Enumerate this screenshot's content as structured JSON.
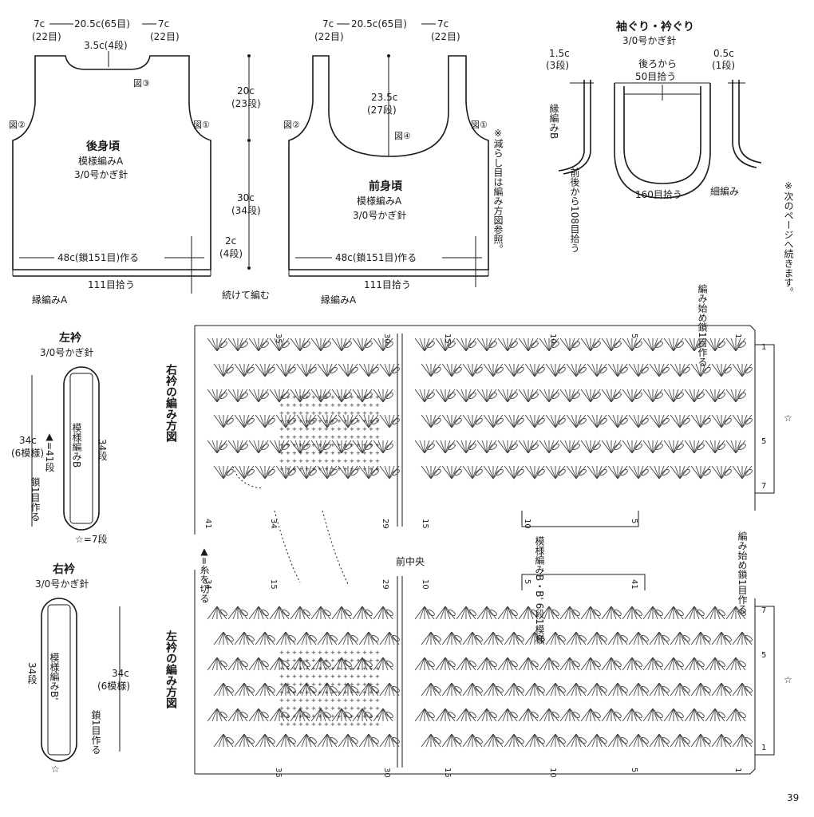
{
  "page_number": "39",
  "back_body": {
    "title": "後身頃",
    "pattern": "模様編みA",
    "hook": "3/0号かぎ針",
    "shoulder_left": "7c",
    "shoulder_left_sts": "(22目)",
    "neck_width": "20.5c(65目)",
    "shoulder_right": "7c",
    "shoulder_right_sts": "(22目)",
    "neck_depth": "3.5c(4段)",
    "fig1": "図①",
    "fig2": "図②",
    "fig3": "図③",
    "armhole_height": "20c",
    "armhole_rows": "(23段)",
    "body_height": "30c",
    "body_rows": "(34段)",
    "border_height": "2c",
    "border_rows": "(4段)",
    "foundation": "48c(鎖151目)作る",
    "pickup": "111目拾う",
    "border": "縁編みA",
    "continue": "続けて編む"
  },
  "front_body": {
    "title": "前身頃",
    "pattern": "模様編みA",
    "hook": "3/0号かぎ針",
    "shoulder_left": "7c",
    "shoulder_left_sts": "(22目)",
    "neck_width": "20.5c(65目)",
    "shoulder_right": "7c",
    "shoulder_right_sts": "(22目)",
    "neck_depth": "23.5c",
    "neck_rows": "(27段)",
    "fig1": "図①",
    "fig2": "図②",
    "fig4": "図④",
    "foundation": "48c(鎖151目)作る",
    "pickup": "111目拾う",
    "border": "縁編みA",
    "note": "※減らし目は編み方図参照。"
  },
  "armhole_neck": {
    "title": "袖ぐり・衿ぐり",
    "hook": "3/0号かぎ針",
    "left_width": "1.5c",
    "left_rows": "(3段)",
    "right_width": "0.5c",
    "right_rows": "(1段)",
    "back_pickup_1": "後ろから",
    "back_pickup_2": "50目拾う",
    "border_b": "縁編みB",
    "front_back_pickup": "前後から108目拾う",
    "pickup_160": "160目拾う",
    "fine": "細編み",
    "continued": "※次のページへ続きます。"
  },
  "left_collar": {
    "title": "左衿",
    "hook": "3/0号かぎ針",
    "length": "34c",
    "repeats": "(6模様)",
    "row_41": "▲=41段",
    "pattern": "模様編みB",
    "rows": "34段",
    "chain": "鎖1目作る",
    "star": "☆=7段"
  },
  "right_collar": {
    "title": "右衿",
    "hook": "3/0号かぎ針",
    "rows": "34段",
    "pattern": "模様編みB'",
    "length": "34c",
    "repeats": "(6模様)",
    "chain": "鎖1目作る",
    "star": "☆"
  },
  "charts": {
    "right_title": "右衿の編み方図",
    "left_title": "左衿の編み方図",
    "center_front": "前中央",
    "cut_yarn": "▲=糸を切る",
    "repeat_note": "模様編みB・B' 6段1模様",
    "start_top": "編み始め鎖1目作る",
    "start_bottom": "編み始め鎖1目作る",
    "top_ticks": [
      "35",
      "30",
      "15",
      "10",
      "5",
      "1"
    ],
    "bottom_ticks": [
      "35",
      "30",
      "15",
      "10",
      "5",
      "1"
    ],
    "rows_a": [
      "41",
      "29",
      "34",
      "15",
      "10",
      "5"
    ],
    "rows_b": [
      "34",
      "29",
      "15",
      "10",
      "5",
      "41"
    ],
    "side_rows": [
      "7",
      "5",
      "1"
    ],
    "star": "☆"
  }
}
